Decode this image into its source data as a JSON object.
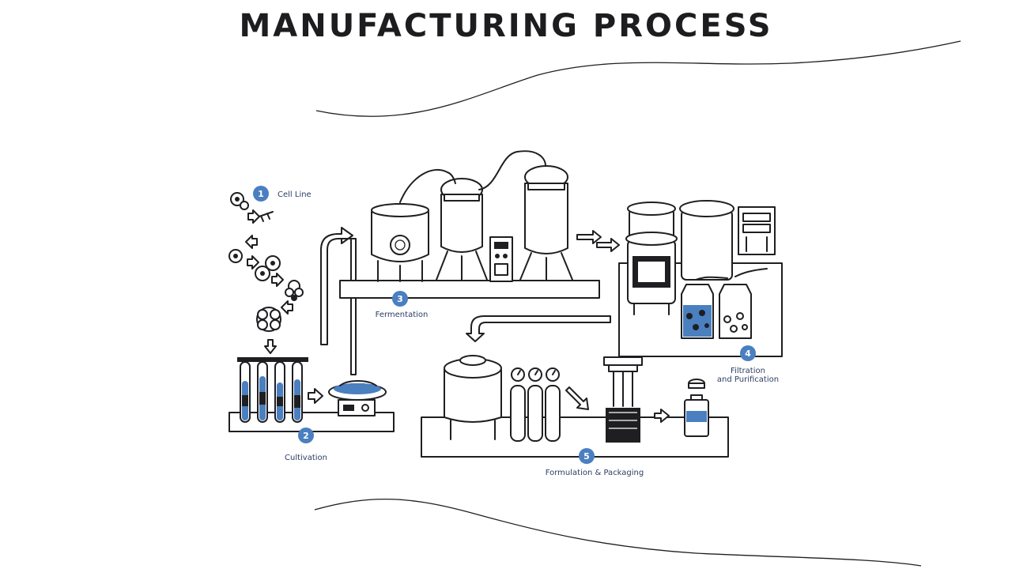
{
  "title": "MANUFACTURING PROCESS",
  "steps": [
    {
      "number": "1",
      "label": "Cell Line"
    },
    {
      "number": "2",
      "label": "Cultivation"
    },
    {
      "number": "3",
      "label": "Fermentation"
    },
    {
      "number": "4",
      "label_line1": "Filtration",
      "label_line2": "and Purification"
    },
    {
      "number": "5",
      "label": "Formulation & Packaging"
    }
  ],
  "colors": {
    "accent": "#4a7fc0",
    "ink": "#1f1f22",
    "label": "#2c3e63"
  },
  "icons": [
    "cell-cluster-icon",
    "test-tube-rack-icon",
    "shaker-plate-icon",
    "fermenter-tank-icon",
    "control-unit-icon",
    "filtration-tank-icon",
    "purification-bottle-icon",
    "gas-cylinder-icon",
    "pressure-gauge-icon",
    "filling-machine-icon",
    "vial-icon",
    "process-arrow-icon"
  ]
}
